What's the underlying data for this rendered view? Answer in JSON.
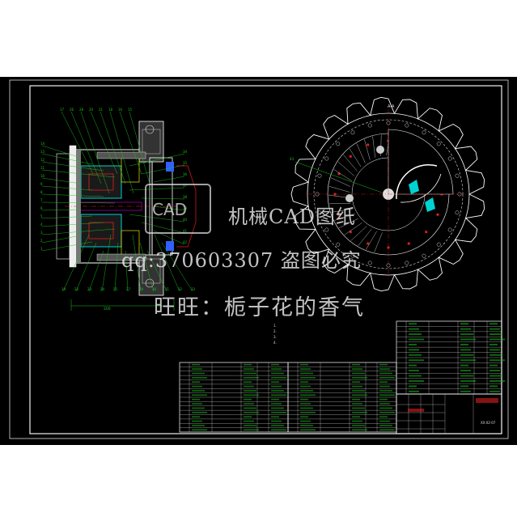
{
  "drawing": {
    "section_mark": "A-A",
    "drawing_number": "XX-02-07",
    "dimension": "200",
    "watermark_brand": "机械CAD图纸",
    "watermark_qq": "qq:370603307  盗图必究",
    "watermark_owner": "旺旺：栀子花的香气",
    "logo_text": "CAD"
  },
  "leaders_left_top": [
    "17",
    "26",
    "28",
    "20",
    "21",
    "18",
    "16",
    "15"
  ],
  "leaders_left_side": [
    "14",
    "13",
    "12",
    "11",
    "10",
    "9",
    "8",
    "7",
    "6",
    "5",
    "4",
    "3",
    "2",
    "1"
  ],
  "leaders_right": [
    "34",
    "35",
    "36",
    "37",
    "38",
    "39",
    "40",
    "41",
    "42"
  ],
  "leaders_bottom": [
    "19",
    "22",
    "23",
    "24",
    "25",
    "27",
    "29",
    "30",
    "31",
    "32",
    "33"
  ],
  "tech_notes": [
    "1.",
    "2.",
    "3.",
    "4."
  ],
  "colors": {
    "background": "#000000",
    "frame": "#ffffff",
    "leader_green": "#19c419",
    "part_cyan": "#00d2d2",
    "part_red": "#e01e1e",
    "part_yellow": "#e6e600",
    "part_magenta": "#d200d2"
  }
}
